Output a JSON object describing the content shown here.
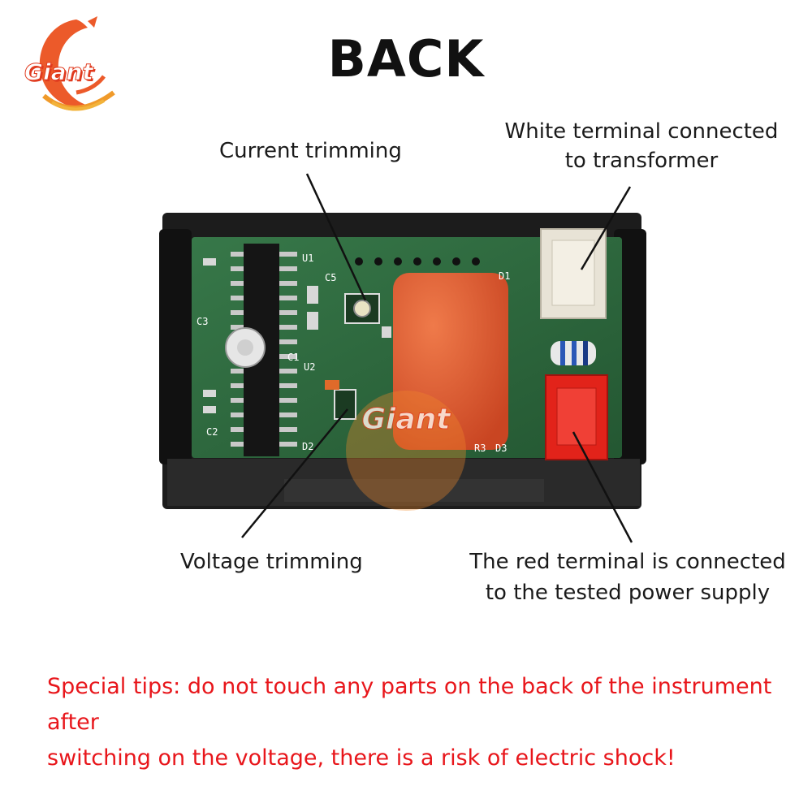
{
  "title": "BACK",
  "logo": {
    "text": "Giant"
  },
  "watermark": {
    "text": "Giant"
  },
  "labels": {
    "current_trimming": "Current trimming",
    "white_terminal_line1": "White terminal connected",
    "white_terminal_line2": "to transformer",
    "voltage_trimming": "Voltage trimming",
    "red_terminal_line1": "The red terminal is connected",
    "red_terminal_line2": "to the tested power supply"
  },
  "tip": {
    "line1": "Special tips: do not touch any parts on the back of the instrument after",
    "line2": "switching on the voltage, there is a risk of electric shock!"
  },
  "silkscreen": [
    "U1",
    "C5",
    "C3",
    "C1",
    "U2",
    "C2",
    "D2",
    "D1",
    "D3",
    "R3"
  ],
  "colors": {
    "tip": "#e8161b",
    "pcb": "#2e6b3e",
    "capacitor": "#d9572c",
    "red_terminal": "#e2231a",
    "logo": "#e03a1e"
  }
}
